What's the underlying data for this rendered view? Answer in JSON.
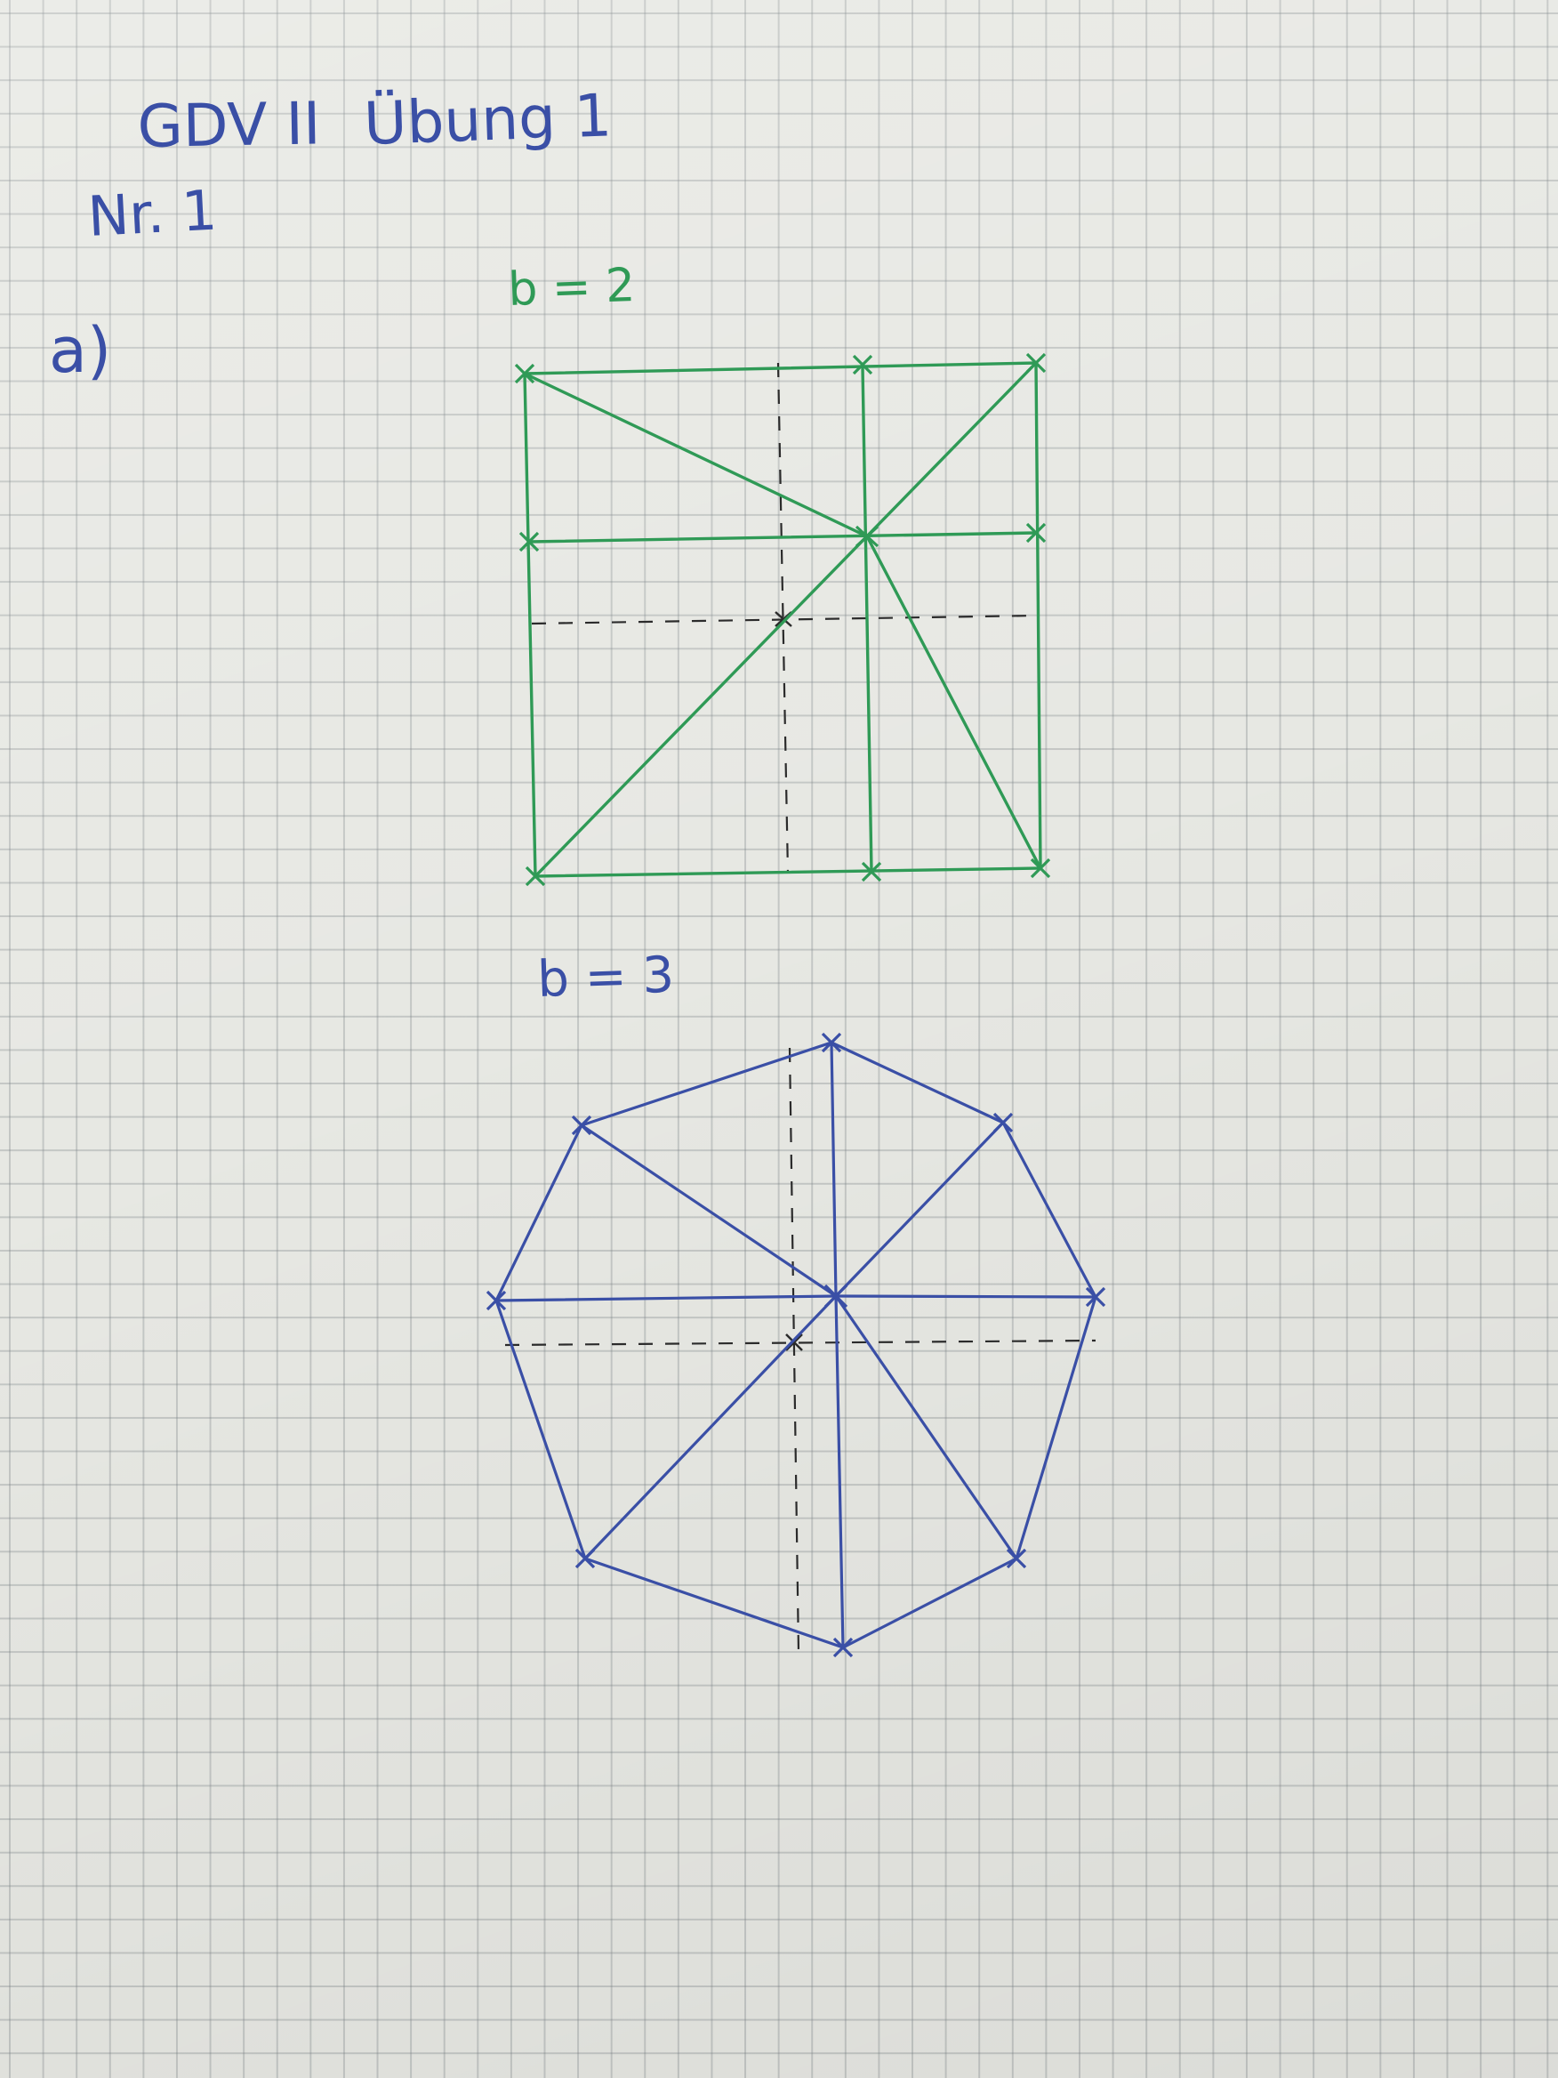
{
  "header": {
    "course_title": "GDV II",
    "exercise_title": "Übung 1",
    "task_number": "Nr. 1",
    "subtask_label": "a)"
  },
  "figures": [
    {
      "label": "b = 2",
      "shape": "square",
      "ink_color": "#2f9a56"
    },
    {
      "label": "b = 3",
      "shape": "octagon",
      "ink_color": "#3a4fa6"
    }
  ],
  "colors": {
    "paper": "#e7e8e3",
    "grid": "#7a8084",
    "axis_ink": "#2b2b2b"
  }
}
